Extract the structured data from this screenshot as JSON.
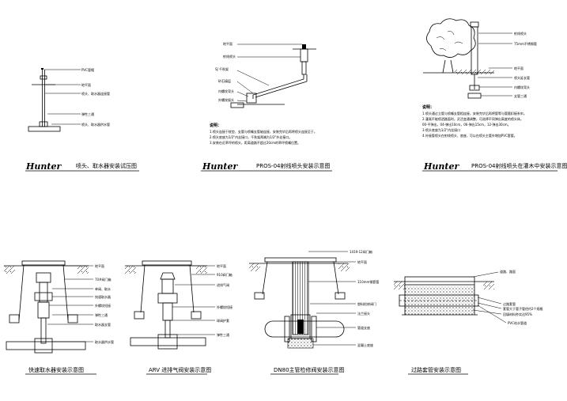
{
  "brand": {
    "logo_text": "Hunter"
  },
  "panel1": {
    "title": "喷头、取水器安装试压图",
    "labels": [
      "PVC管帽",
      "地平面",
      "喷头、取水器连接管",
      "弹性三通",
      "喷头、取水器供水管"
    ]
  },
  "panel2": {
    "title": "PROS-04射线喷头安装示意图",
    "labels": [
      "地平面",
      "射线喷头",
      "SJ 千秋架",
      "砂石填层",
      "内螺纹弯头",
      "外螺纹接头"
    ],
    "notes": [
      "说明：",
      "1.喷头连接于枕垫、支管与喷嘴支管轴连接，安装完毕后再将喷头连接至于。",
      "2.喷头底座为1/2\"内丝接口，千秋架两端为1/2\"外丝接口。",
      "3.安装在近草坪的喷头，距离道路不超过20cm的草坪喷嘴位置。"
    ]
  },
  "panel3": {
    "title": "PROS-04射线喷头在灌木中安装示意图",
    "labels": [
      "射线喷头",
      "75mm不锈钢管",
      "地平面",
      "喷头延长管",
      "内螺纹弯头",
      "支管三通"
    ],
    "notes": [
      "说明：",
      "1.喷头通过立管与喷嘴支管相连接，安装完毕后再将管等与管箍扣接系牢。",
      "2.灌溉不能喷洒路面时，灵活变通调整，可选择不同弹出高度的喷头体。",
      "  00-平弹出，04-弹出10cm，06-弹出15cm，12-弹出30cm。",
      "3.喷头底座为1/2\"内丝接口",
      "4.外接管喷头在射线喷头、底座，可以在喷头主管外增加PVC套管。"
    ]
  },
  "panel4": {
    "title": "快速取水器安装示意图",
    "labels": [
      "地平面",
      "70#阀门箱",
      "单阀、取水",
      "快速取水器",
      "外螺纹短接",
      "弹性三通",
      "取水器支管",
      "取水器供水管"
    ]
  },
  "panel5": {
    "title": "ARV 进排气阀安装示意图",
    "labels": [
      "地平面",
      "910阀门箱",
      "进排气阀",
      "外螺纹短接",
      "球阀护套",
      "弹性三通"
    ]
  },
  "panel6": {
    "title": "DN80主管检修阀安装示意图",
    "labels": [
      "1419-12阀门箱",
      "地平面",
      "110mm钢套管",
      "塑料检修阀门",
      "法兰接头",
      "管道支座",
      "混凝土底座"
    ]
  },
  "panel7": {
    "title": "过路套管安装示意图",
    "labels": [
      "道路、路面",
      "过路套管",
      "套管大于管子管径约2个规格",
      "回填材料夯实达95%",
      "PVC给水管道"
    ]
  }
}
